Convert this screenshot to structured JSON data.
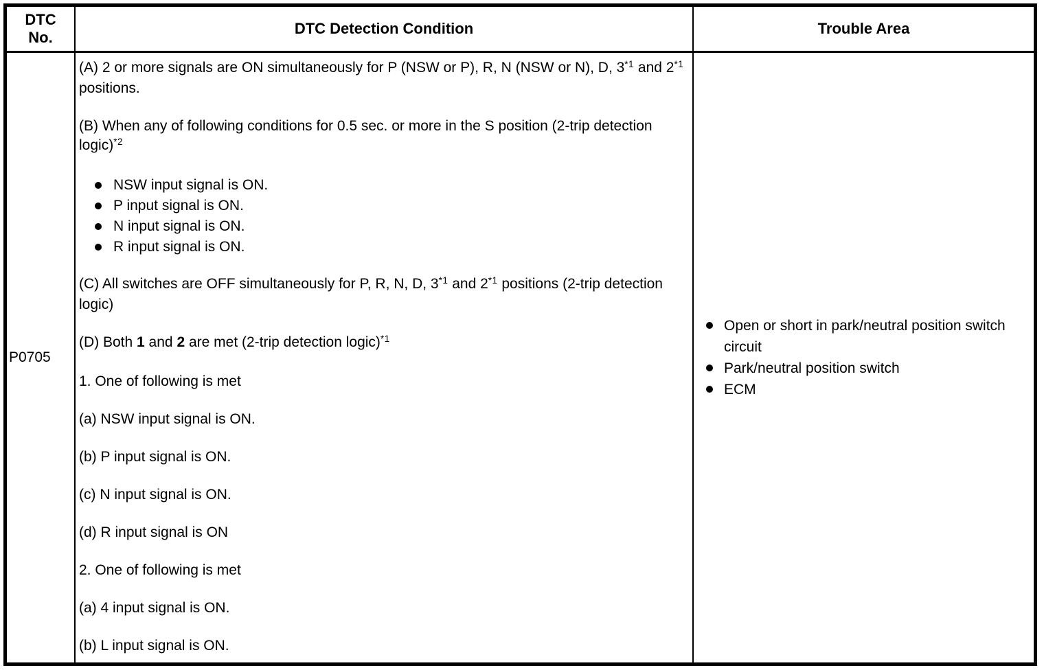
{
  "table": {
    "headers": {
      "dtc_no": "DTC\nNo.",
      "detection_condition": "DTC Detection Condition",
      "trouble_area": "Trouble Area"
    },
    "row": {
      "dtc_no": "P0705",
      "conditions": [
        {
          "type": "p",
          "segments": [
            [
              "(A) 2 or more signals are ON simultaneously for P (NSW or P), R, N (NSW or N), D, 3"
            ],
            [
              "*1",
              "sup"
            ],
            [
              " and 2"
            ],
            [
              "*1",
              "sup"
            ],
            [
              " positions."
            ]
          ]
        },
        {
          "type": "p",
          "segments": [
            [
              "(B) When any of following conditions for 0.5 sec. or more in the S position (2-trip detection logic)"
            ],
            [
              "*2",
              "sup"
            ]
          ]
        },
        {
          "type": "bullets",
          "items": [
            "NSW input signal is ON.",
            "P input signal is ON.",
            "N input signal is ON.",
            "R input signal is ON."
          ]
        },
        {
          "type": "p",
          "segments": [
            [
              "(C) All switches are OFF simultaneously for P, R, N, D, 3"
            ],
            [
              "*1",
              "sup"
            ],
            [
              " and 2"
            ],
            [
              "*1",
              "sup"
            ],
            [
              " positions (2-trip detection logic)"
            ]
          ]
        },
        {
          "type": "p",
          "segments": [
            [
              "(D) Both "
            ],
            [
              "1",
              "b"
            ],
            [
              " and "
            ],
            [
              "2",
              "b"
            ],
            [
              " are met (2-trip detection logic)"
            ],
            [
              "*1",
              "sup"
            ]
          ]
        },
        {
          "type": "p",
          "segments": [
            [
              "1. One of following is met"
            ]
          ]
        },
        {
          "type": "p",
          "segments": [
            [
              "(a) NSW input signal is ON."
            ]
          ]
        },
        {
          "type": "p",
          "segments": [
            [
              "(b) P input signal is ON."
            ]
          ]
        },
        {
          "type": "p",
          "segments": [
            [
              "(c) N input signal is ON."
            ]
          ]
        },
        {
          "type": "p",
          "segments": [
            [
              "(d) R input signal is ON"
            ]
          ]
        },
        {
          "type": "p",
          "segments": [
            [
              "2. One of following is met"
            ]
          ]
        },
        {
          "type": "p",
          "segments": [
            [
              "(a) 4 input signal is ON."
            ]
          ]
        },
        {
          "type": "p",
          "segments": [
            [
              "(b) L input signal is ON."
            ]
          ]
        }
      ],
      "trouble_areas": [
        "Open or short in park/neutral position switch circuit",
        "Park/neutral position switch",
        "ECM"
      ]
    },
    "colors": {
      "border": "#000000",
      "text": "#000000",
      "background": "#ffffff"
    }
  }
}
